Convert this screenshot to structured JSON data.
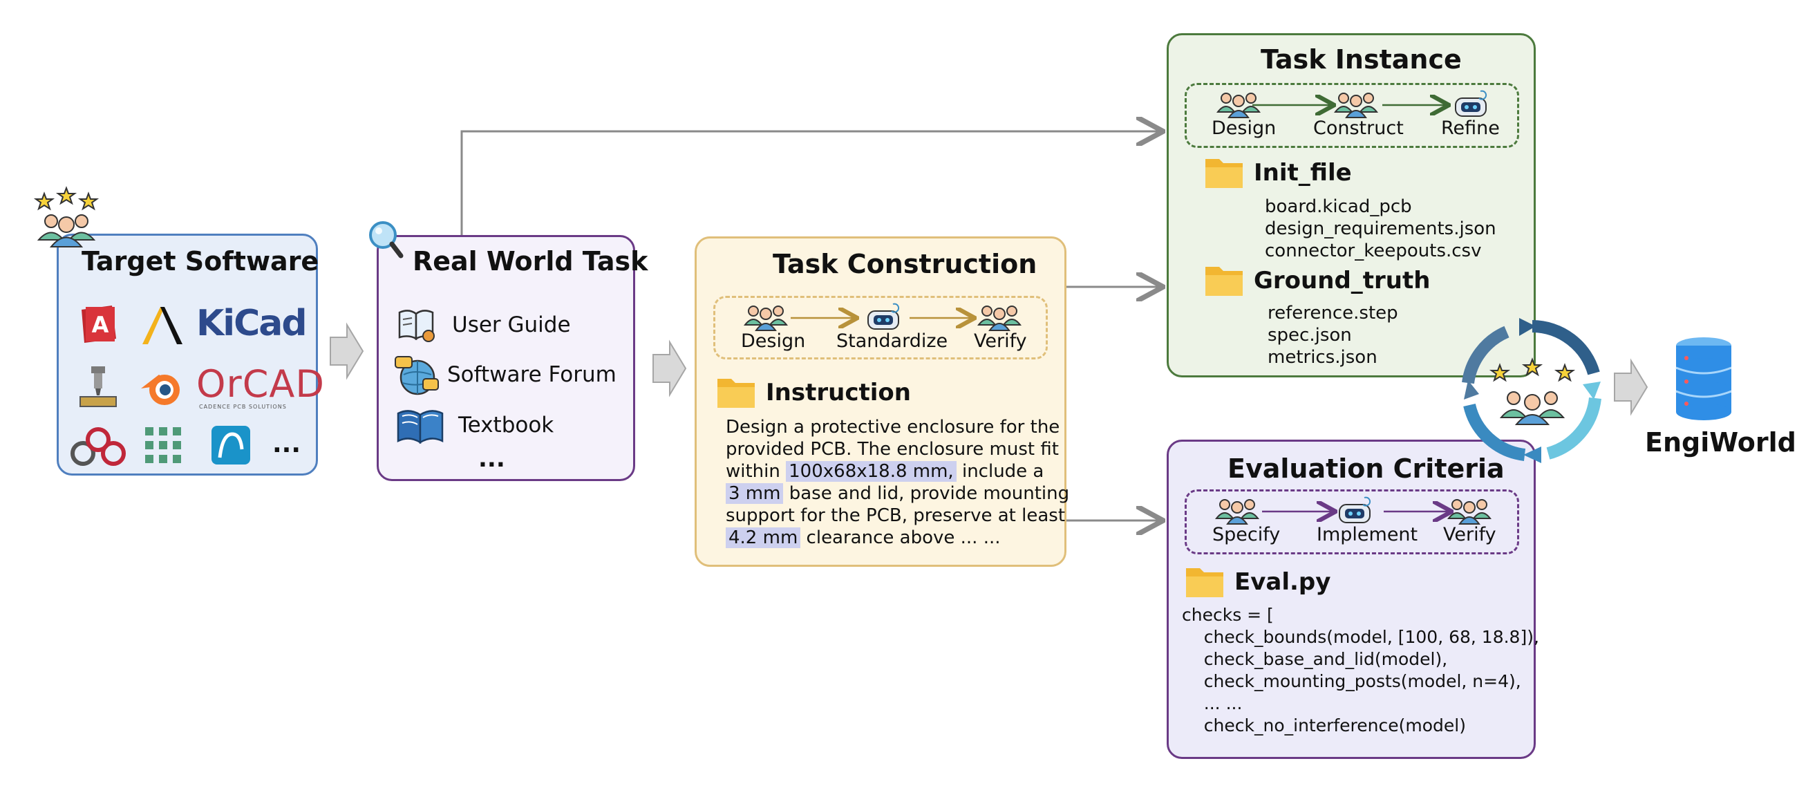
{
  "colors": {
    "software_bg": "#e7eef9",
    "software_border": "#4f7fbf",
    "task_bg": "#f5f2fb",
    "task_border": "#6a3a86",
    "construction_bg": "#fdf5e1",
    "construction_border": "#e0bf7a",
    "instance_bg": "#edf3e7",
    "instance_border": "#4c7a3d",
    "eval_bg": "#ecebf9",
    "eval_border": "#6a3a86",
    "highlight": "#cdd0ef",
    "arrow": "#8a8a8a"
  },
  "target_software": {
    "title": "Target Software",
    "apps": [
      {
        "name": "autocad-logo-icon"
      },
      {
        "name": "anima-logo-icon"
      },
      {
        "name": "kicad-logo-icon",
        "text": "KiCad"
      },
      {
        "name": "mill-logo-icon"
      },
      {
        "name": "blender-logo-icon"
      },
      {
        "name": "orcad-logo-icon",
        "text": "OrCAD",
        "tagline": "CADENCE PCB SOLUTIONS"
      },
      {
        "name": "fusion-logo-icon"
      },
      {
        "name": "grid-app-logo-icon"
      },
      {
        "name": "curve-app-logo-icon"
      }
    ],
    "more": "..."
  },
  "real_world_task": {
    "title": "Real World Task",
    "items": [
      "User Guide",
      "Software Forum",
      "Textbook"
    ],
    "more": "..."
  },
  "task_construction": {
    "title": "Task Construction",
    "steps": [
      "Design",
      "Standardize",
      "Verify"
    ],
    "folder": "Instruction",
    "lines": [
      [
        "Design a protective enclosure for the",
        ""
      ],
      [
        "provided PCB. The enclosure must fit",
        ""
      ],
      [
        "within ",
        "100x68x18.8 mm,",
        " include a"
      ],
      [
        "",
        "3 mm",
        " base and lid, provide mounting"
      ],
      [
        "support for the PCB, preserve at least",
        ""
      ],
      [
        "",
        "4.2 mm",
        " clearance above ... ..."
      ]
    ]
  },
  "task_instance": {
    "title": "Task Instance",
    "steps": [
      "Design",
      "Construct",
      "Refine"
    ],
    "init_folder": "Init_file",
    "init_files": [
      "board.kicad_pcb",
      "design_requirements.json",
      "connector_keepouts.csv"
    ],
    "truth_folder": "Ground_truth",
    "truth_files": [
      "reference.step",
      "spec.json",
      "metrics.json"
    ]
  },
  "evaluation": {
    "title": "Evaluation Criteria",
    "steps": [
      "Specify",
      "Implement",
      "Verify"
    ],
    "folder": "Eval.py",
    "code": [
      "checks = [",
      "    check_bounds(model, [100, 68, 18.8]),",
      "    check_base_and_lid(model),",
      "    check_mounting_posts(model, n=4),",
      "    ... ...",
      "    check_no_interference(model)"
    ]
  },
  "output": {
    "label": "EngiWorld"
  }
}
